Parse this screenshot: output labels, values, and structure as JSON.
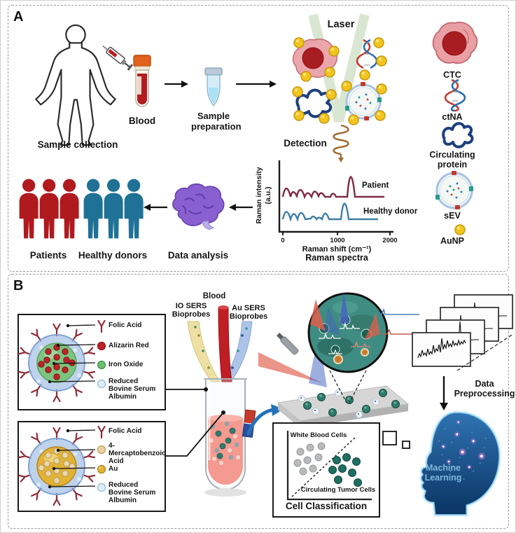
{
  "panel_a": {
    "label": "A",
    "sample_collection": "Sample collection",
    "blood": "Blood",
    "sample_preparation": "Sample preparation",
    "laser": "Laser",
    "detection": "Detection",
    "chart": {
      "ylabel_line1": "Raman intensity",
      "ylabel_line2": "(a.u.)",
      "xlabel": "Raman shift (cm⁻¹)",
      "caption": "Raman spectra",
      "tick0": "0",
      "tick1": "1000",
      "tick2": "2000",
      "series1": "Patient",
      "series2": "Healthy donor"
    },
    "legend": {
      "ctc": "CTC",
      "ctna": "ctNA",
      "protein": "Circulating protein",
      "sev": "sEV",
      "aunp": "AuNP"
    },
    "patients": "Patients",
    "healthy_donors": "Healthy donors",
    "data_analysis": "Data analysis"
  },
  "panel_b": {
    "label": "B",
    "io_probe": {
      "folic": "Folic Acid",
      "alizarin": "Alizarin Red",
      "iron_oxide": "Iron Oxide",
      "rbsa": "Reduced Bovine Serum Albumin"
    },
    "au_probe": {
      "folic": "Folic Acid",
      "mba": "4-Mercaptobenzoic Acid",
      "au": "Au",
      "rbsa": "Reduced Bovine Serum Albumin"
    },
    "streams": {
      "io": "IO SERS Bioprobes",
      "blood": "Blood",
      "au": "Au SERS Bioprobes"
    },
    "data_preprocessing": "Data Preprocessing",
    "machine_learning": "Machine Learning",
    "classification": {
      "wbc": "White Blood Cells",
      "ctc": "Circulating Tumor Cells",
      "title": "Cell Classification"
    }
  },
  "colors": {
    "patient_trace": "#7e2a42",
    "healthy_trace": "#3f7fa6",
    "aunp_gold": "#f2c41d",
    "patients_red": "#b0191e",
    "donors_teal": "#1f7296",
    "brain_purple": "#8a5fd0",
    "laser_green": "#d9e7d2",
    "head_blue": "#14497e",
    "tumor_cell_teal": "#2e7d6e",
    "blood_red": "#b01c20"
  },
  "chart_data": {
    "type": "line",
    "title": "Raman spectra",
    "xlabel": "Raman shift (cm⁻¹)",
    "ylabel": "Raman intensity (a.u.)",
    "xlim": [
      0,
      2000
    ],
    "x": [
      0,
      100,
      200,
      300,
      400,
      500,
      600,
      700,
      800,
      900,
      1000,
      1100,
      1200,
      1300,
      1400,
      1500,
      1600,
      1700,
      1800,
      1900,
      2000
    ],
    "series": [
      {
        "name": "Patient",
        "color": "#7e2a42",
        "values": [
          4.2,
          4.4,
          5.9,
          4.6,
          5.6,
          4.5,
          5.8,
          4.6,
          5.3,
          4.8,
          5.2,
          4.6,
          4.9,
          4.4,
          9.6,
          4.5,
          4.3,
          4.3,
          4.3,
          4.3,
          4.3
        ]
      },
      {
        "name": "Healthy donor",
        "color": "#3f7fa6",
        "values": [
          1.5,
          1.7,
          3.2,
          1.8,
          2.9,
          1.7,
          3.0,
          1.8,
          1.9,
          2.7,
          1.8,
          1.7,
          1.6,
          1.6,
          6.6,
          1.7,
          1.6,
          1.6,
          1.6,
          1.6,
          1.6
        ]
      }
    ],
    "legend_position": "right of traces",
    "grid": false
  }
}
